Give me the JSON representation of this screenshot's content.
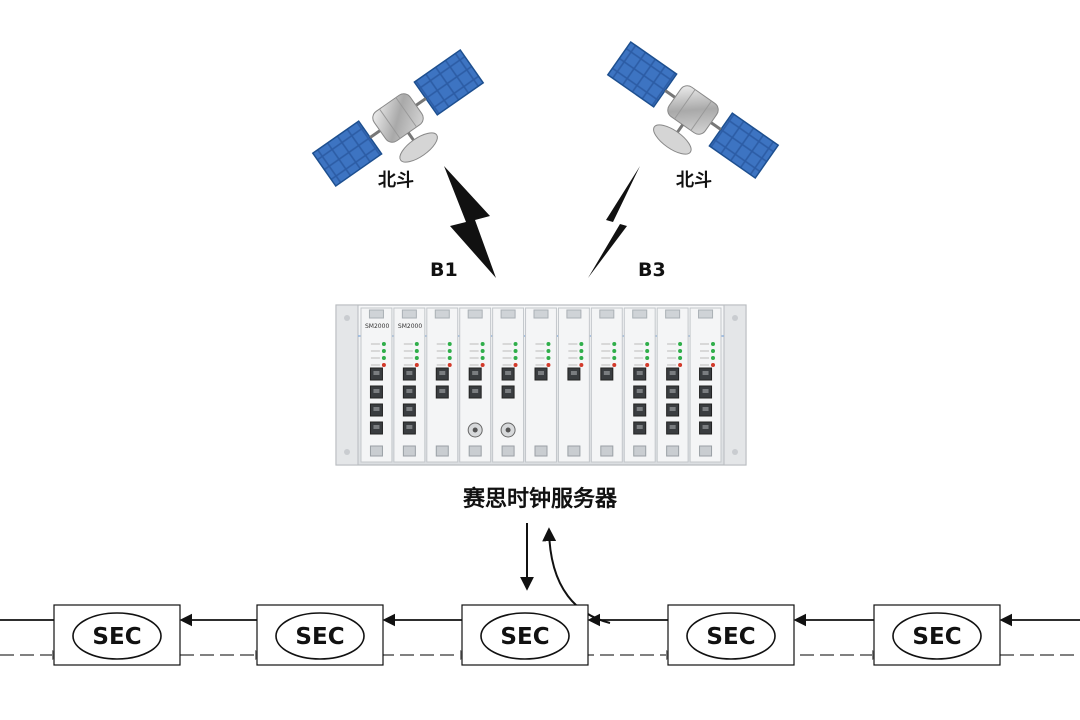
{
  "satellites": [
    {
      "label": "北斗"
    },
    {
      "label": "北斗"
    }
  ],
  "signals": [
    {
      "label": "B1"
    },
    {
      "label": "B3"
    }
  ],
  "server": {
    "label": "赛思时钟服务器",
    "cards": [
      {
        "title": "SM2000"
      },
      {
        "title": "SM2000"
      },
      {
        "title": ""
      },
      {
        "title": ""
      },
      {
        "title": ""
      },
      {
        "title": ""
      },
      {
        "title": ""
      },
      {
        "title": ""
      },
      {
        "title": ""
      },
      {
        "title": ""
      },
      {
        "title": ""
      }
    ]
  },
  "nodes": [
    {
      "label": "SEC"
    },
    {
      "label": "SEC"
    },
    {
      "label": "SEC"
    },
    {
      "label": "SEC"
    },
    {
      "label": "SEC"
    }
  ],
  "colors": {
    "panel": "#1d4f8f",
    "panel_light": "#4f86c6",
    "line": "#111111",
    "dashed": "#808080",
    "chassis": "#e8eaec",
    "led_green": "#2fae4a",
    "led_red": "#d23a2a"
  }
}
